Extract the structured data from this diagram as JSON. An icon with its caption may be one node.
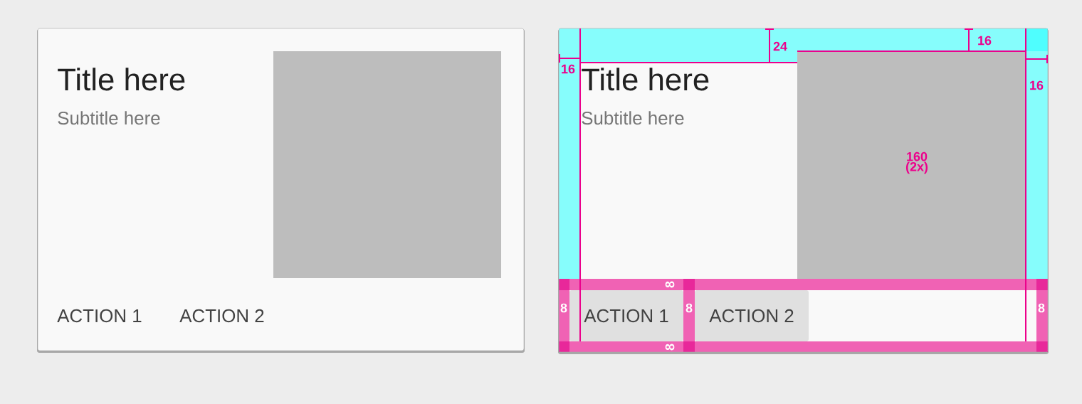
{
  "diagram": {
    "nodes": [
      {
        "text": [
          "Title here",
          "Subtitle here"
        ]
      },
      {
        "text": [],
        "shape": "box",
        "in": 0
      },
      {
        "text": [
          "ACTION 1"
        ],
        "in": 0
      },
      {
        "text": [
          "ACTION 2"
        ],
        "in": 0
      },
      {
        "text": [
          "Title here",
          "Subtitle here"
        ]
      },
      {
        "text": [],
        "shape": "box",
        "in": 4
      },
      {
        "text": [
          "ACTION 1"
        ],
        "in": 4
      },
      {
        "text": [
          "ACTION 2"
        ],
        "in": 4
      }
    ],
    "labels": [
      "16",
      "24",
      "16",
      "16",
      "160 (2x)",
      "8",
      "8",
      "8",
      "8",
      "8"
    ]
  }
}
